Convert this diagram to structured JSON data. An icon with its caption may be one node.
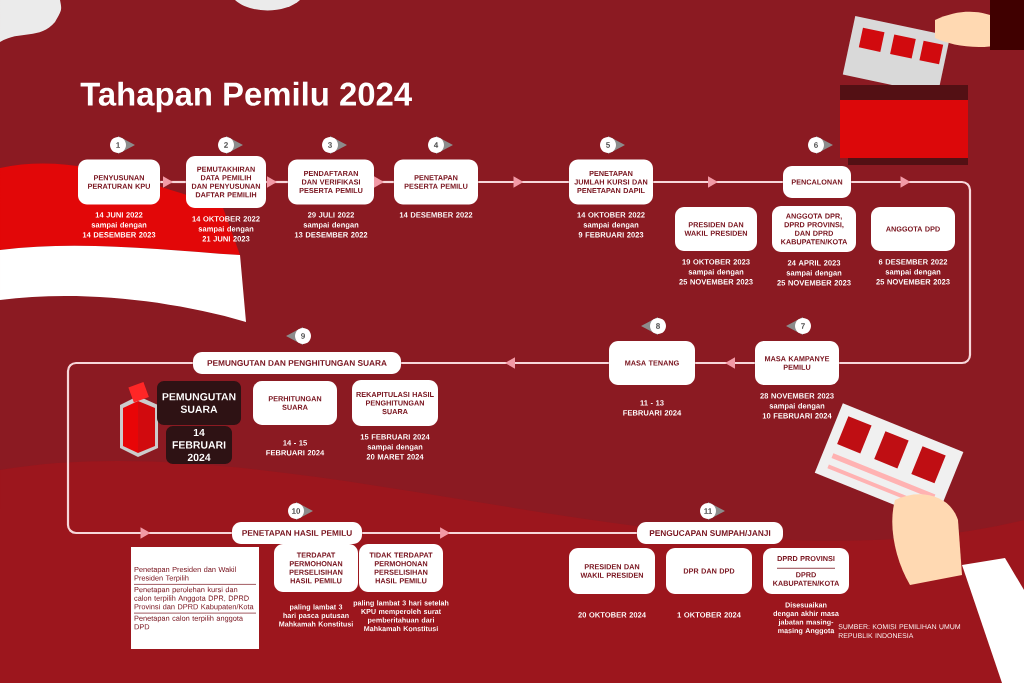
{
  "diagram": {
    "title": "Tahapan Pemilu 2024",
    "nodes": [
      {
        "text": [
          "PENYUSUNAN PERATURAN KPU"
        ],
        "beside": [
          "1",
          "14 JUNI 2022",
          "sampai dengan",
          "14 DESEMBER 2023"
        ]
      },
      {
        "text": [
          "PEMUTAKHIRAN DATA PEMILIH DAN PENYUSUNAN DAFTAR PEMILIH"
        ],
        "beside": [
          "2",
          "14 OKTOBER 2022",
          "sampai dengan",
          "21 JUNI 2023"
        ]
      },
      {
        "text": [
          "PENDAFTARAN DAN VERIFIKASI PESERTA PEMILU"
        ],
        "beside": [
          "3",
          "29 JULI 2022",
          "sampai dengan",
          "13 DESEMBER 2022"
        ]
      },
      {
        "text": [
          "PENETAPAN PESERTA PEMILU"
        ],
        "beside": [
          "4",
          "14 DESEMBER 2022"
        ]
      },
      {
        "text": [
          "PENETAPAN JUMLAH KURSI DAN PENETAPAN DAPIL"
        ],
        "beside": [
          "5",
          "14 OKTOBER 2022",
          "sampai dengan",
          "9 FEBRUARI 2023"
        ]
      },
      {
        "text": [
          "PENCALONAN"
        ],
        "beside": [
          "6"
        ]
      },
      {
        "text": [
          "PRESIDEN DAN WAKIL PRESIDEN"
        ],
        "beside": [
          "19 OKTOBER 2023",
          "sampai dengan",
          "25 NOVEMBER 2023"
        ]
      },
      {
        "text": [
          "ANGGOTA DPR, DPRD PROVINSI, DAN DPRD KABUPATEN/KOTA"
        ],
        "beside": [
          "24 APRIL 2023",
          "sampai dengan",
          "25 NOVEMBER 2023"
        ]
      },
      {
        "text": [
          "ANGGOTA DPD"
        ],
        "beside": [
          "6 DESEMBER 2022",
          "sampai dengan",
          "25 NOVEMBER 2023"
        ]
      },
      {
        "text": [
          "MASA KAMPANYE PEMILU"
        ],
        "beside": [
          "7",
          "28 NOVEMBER 2023",
          "sampai dengan",
          "10 FEBRUARI 2024"
        ]
      },
      {
        "text": [
          "MASA TENANG"
        ],
        "beside": [
          "8",
          "11 - 13",
          "FEBRUARI 2024"
        ]
      },
      {
        "text": [
          "PEMUNGUTAN DAN PENGHITUNGAN SUARA"
        ],
        "beside": [
          "9"
        ]
      },
      {
        "text": [
          "PEMUNGUTAN SUARA"
        ]
      },
      {
        "text": [
          "14 FEBRUARI 2024"
        ]
      },
      {
        "text": [
          "PERHITUNGAN SUARA"
        ],
        "beside": [
          "14 - 15",
          "FEBRUARI 2024"
        ]
      },
      {
        "text": [
          "REKAPITULASI HASIL PENGHITUNGAN SUARA"
        ],
        "beside": [
          "15 FEBRUARI 2024",
          "sampai dengan",
          "20 MARET 2024"
        ]
      },
      {
        "text": [
          "PENETAPAN HASIL PEMILU"
        ],
        "beside": [
          "10"
        ]
      },
      {
        "text": [
          "Penetapan Presiden dan Wakil Presiden Terpilih",
          "Penetapan perolehan kursi dan calon terpilih Anggota DPR, DPRD Provinsi dan DPRD Kabupaten/Kota",
          "Penetapan calon terpilih anggota DPD"
        ]
      },
      {
        "text": [
          "TERDAPAT PERMOHONAN PERSELISIHAN HASIL PEMILU"
        ],
        "beside": [
          "paling lambat 3 hari pasca putusan Mahkamah Konstitusi"
        ]
      },
      {
        "text": [
          "TIDAK TERDAPAT PERMOHONAN PERSELISIHAN HASIL PEMILU"
        ],
        "beside": [
          "paling lambat 3 hari setelah KPU memperoleh surat pemberitahuan dari Mahkamah Konstitusi"
        ]
      },
      {
        "text": [
          "PENGUCAPAN SUMPAH/JANJI"
        ],
        "beside": [
          "11"
        ]
      },
      {
        "text": [
          "PRESIDEN DAN WAKIL PRESIDEN"
        ],
        "beside": [
          "20 OKTOBER 2024"
        ]
      },
      {
        "text": [
          "DPR DAN DPD"
        ],
        "beside": [
          "1 OKTOBER 2024"
        ]
      },
      {
        "text": [
          "DPRD PROVINSI",
          "DPRD KABUPATEN/KOTA"
        ],
        "beside": [
          "Disesuaikan dengan akhir masa jabatan masing-masing Anggota"
        ]
      }
    ],
    "edges": [
      {
        "from": 0,
        "to": 1,
        "arrow": "to"
      },
      {
        "from": 1,
        "to": 2,
        "arrow": "to"
      },
      {
        "from": 2,
        "to": 3,
        "arrow": "to"
      },
      {
        "from": 3,
        "to": 4,
        "arrow": "to"
      },
      {
        "from": 4,
        "to": 5,
        "arrow": "to"
      },
      {
        "from": 5,
        "to": 9,
        "arrow": "to"
      },
      {
        "from": 9,
        "to": 10,
        "arrow": "to"
      },
      {
        "from": 10,
        "to": 11,
        "arrow": "to"
      },
      {
        "from": 11,
        "to": 16,
        "arrow": "to"
      },
      {
        "from": 16,
        "to": 20,
        "arrow": "to"
      }
    ],
    "labels": [
      "SUMBER: KOMISI PEMILIHAN UMUM REPUBLIK INDONESIA"
    ]
  }
}
